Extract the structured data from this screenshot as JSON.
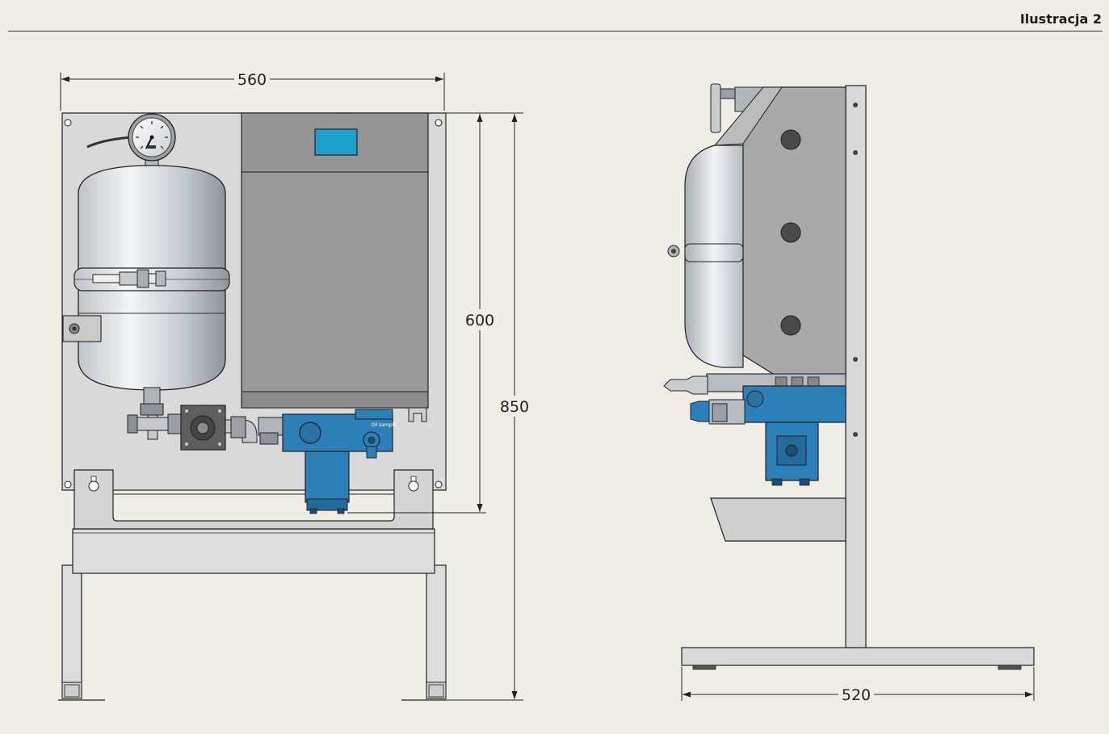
{
  "header": {
    "title": "Ilustracja 2"
  },
  "front_view": {
    "dimensions": {
      "width": "560",
      "height_panel": "600",
      "height_total": "850"
    },
    "block_label": "Oil sample"
  },
  "side_view": {
    "dimensions": {
      "base_width": "520"
    }
  },
  "colors": {
    "background": "#efede6",
    "frame": "#d6d6d6",
    "cabinet": "#9a9a9a",
    "display": "#1da2cf",
    "pump_blue": "#2d7fb8",
    "line": "#222222"
  }
}
